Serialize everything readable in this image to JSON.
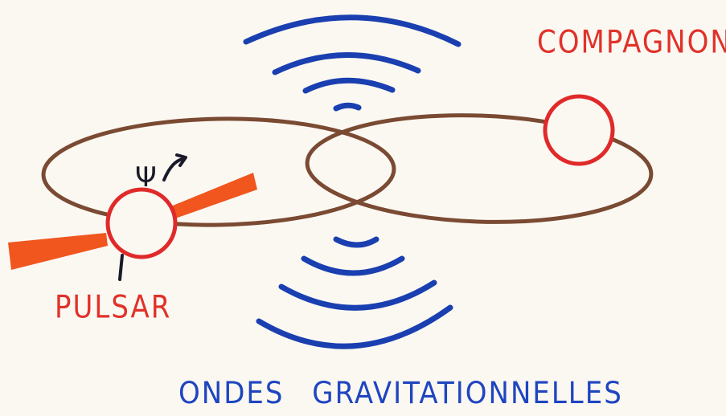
{
  "labels": {
    "companion": "COMPAGNON",
    "pulsar": "PULSAR",
    "waves": "ONDES GRAVITATIONNELLES",
    "angle_symbol": "Ψ"
  },
  "colors": {
    "background": "#fbf8f2",
    "orbit": "#7a4a32",
    "stars": "#e02a2a",
    "beam": "#f0561e",
    "waves": "#1a3fb0",
    "label_red": "#e0322a",
    "label_blue": "#1f45c0",
    "angle": "#1a1a2a"
  },
  "icons": {
    "pulsar": "pulsar-circle",
    "companion": "companion-circle",
    "rotation": "curved-arrow-icon"
  }
}
